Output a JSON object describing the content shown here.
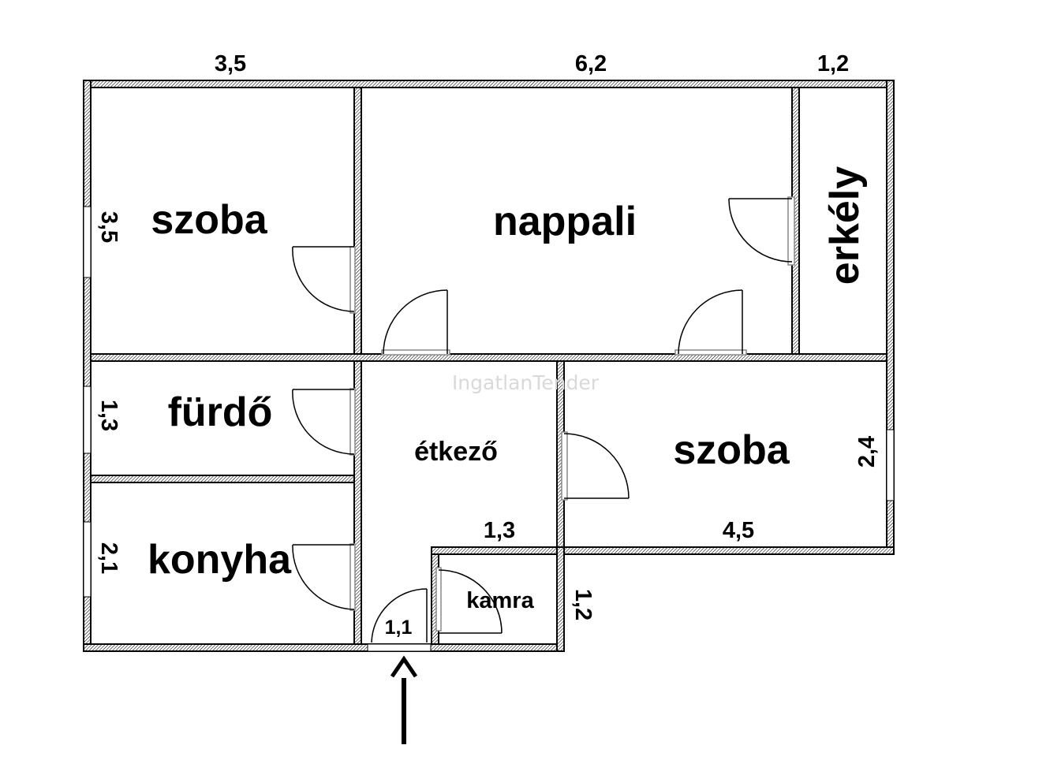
{
  "rooms": {
    "szoba_1": "szoba",
    "nappali": "nappali",
    "erkely": "erkély",
    "furdo": "fürdő",
    "etkezo": "étkező",
    "szoba_2": "szoba",
    "konyha": "konyha",
    "kamra": "kamra"
  },
  "dimensions": {
    "top_szoba": "3,5",
    "top_nappali": "6,2",
    "top_erkely": "1,2",
    "side_szoba": "3,5",
    "side_furdo": "1,3",
    "side_konyha": "2,1",
    "side_szoba2": "2,4",
    "bottom_szoba2": "4,5",
    "etkezo_width": "1,3",
    "entry_width": "1,1",
    "kamra_side": "1,2"
  },
  "watermark": "IngatlanTender",
  "colors": {
    "wall": "#000000",
    "background": "#ffffff",
    "watermark": "#d9d9d9"
  }
}
